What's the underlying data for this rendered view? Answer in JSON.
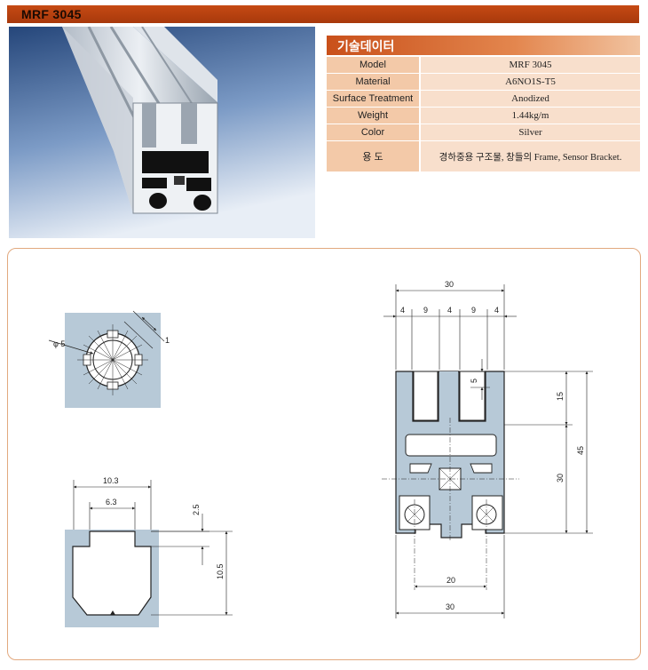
{
  "title": "MRF 3045",
  "spec": {
    "header": "기술데이터",
    "rows": [
      {
        "label": "Model",
        "value": "MRF 3045"
      },
      {
        "label": "Material",
        "value": "A6NO1S-T5"
      },
      {
        "label": "Surface Treatment",
        "value": "Anodized"
      },
      {
        "label": "Weight",
        "value": "1.44kg/m"
      },
      {
        "label": "Color",
        "value": "Silver"
      },
      {
        "label": "용 도",
        "value": "경하중용 구조물, 창들의 Frame, Sensor Bracket."
      }
    ]
  },
  "dims": {
    "top_total": "30",
    "seg1": "4",
    "seg2": "9",
    "seg3": "4",
    "seg4": "9",
    "seg5": "4",
    "slot_depth": "5",
    "h_upper": "15",
    "h_lower": "30",
    "h_total": "45",
    "bottom_inner": "20",
    "bottom_total": "30",
    "slot_outer": "10.3",
    "slot_inner": "6.3",
    "slot_lip": "2.5",
    "slot_height": "10.5",
    "bore_label": "φ 5",
    "wall_label": "1"
  },
  "colors": {
    "accent": "#b8420f",
    "spec_key_bg": "#f3c9a8",
    "spec_val_bg": "#f8dfcc",
    "detail_bg": "#b7c9d7"
  }
}
